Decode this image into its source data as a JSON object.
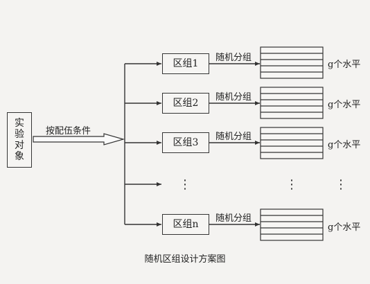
{
  "subject": "实验对象",
  "condition_label": "按配伍条件",
  "blocks": [
    {
      "label": "区组1",
      "random_label": "随机分组",
      "level_label": "g个水平"
    },
    {
      "label": "区组2",
      "random_label": "随机分组",
      "level_label": "g个水平"
    },
    {
      "label": "区组3",
      "random_label": "随机分组",
      "level_label": "g个水平"
    },
    {
      "label": "区组n",
      "random_label": "随机分组",
      "level_label": "g个水平"
    }
  ],
  "ellipsis": "⋮",
  "caption": "随机区组设计方案图"
}
